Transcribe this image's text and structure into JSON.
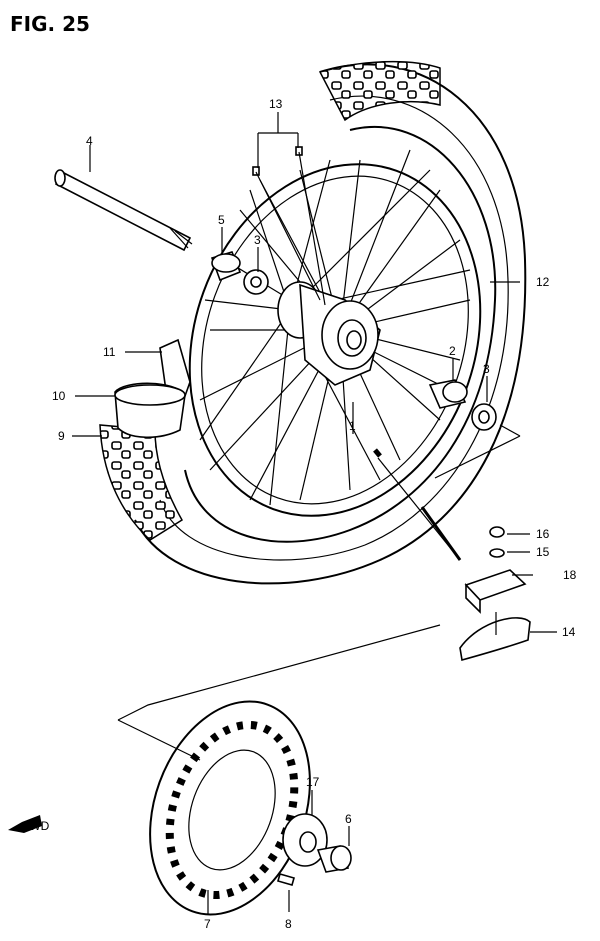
{
  "figure": {
    "title": "FIG. 25"
  },
  "fwd_label": "FWD",
  "callouts": {
    "c1": "1",
    "c2": "2",
    "c3a": "3",
    "c3b": "3",
    "c4": "4",
    "c5": "5",
    "c6": "6",
    "c7": "7",
    "c8": "8",
    "c9": "9",
    "c10": "10",
    "c11": "11",
    "c12": "12",
    "c13": "13",
    "c14": "14",
    "c15": "15",
    "c16": "16",
    "c17": "17",
    "c18": "18"
  }
}
